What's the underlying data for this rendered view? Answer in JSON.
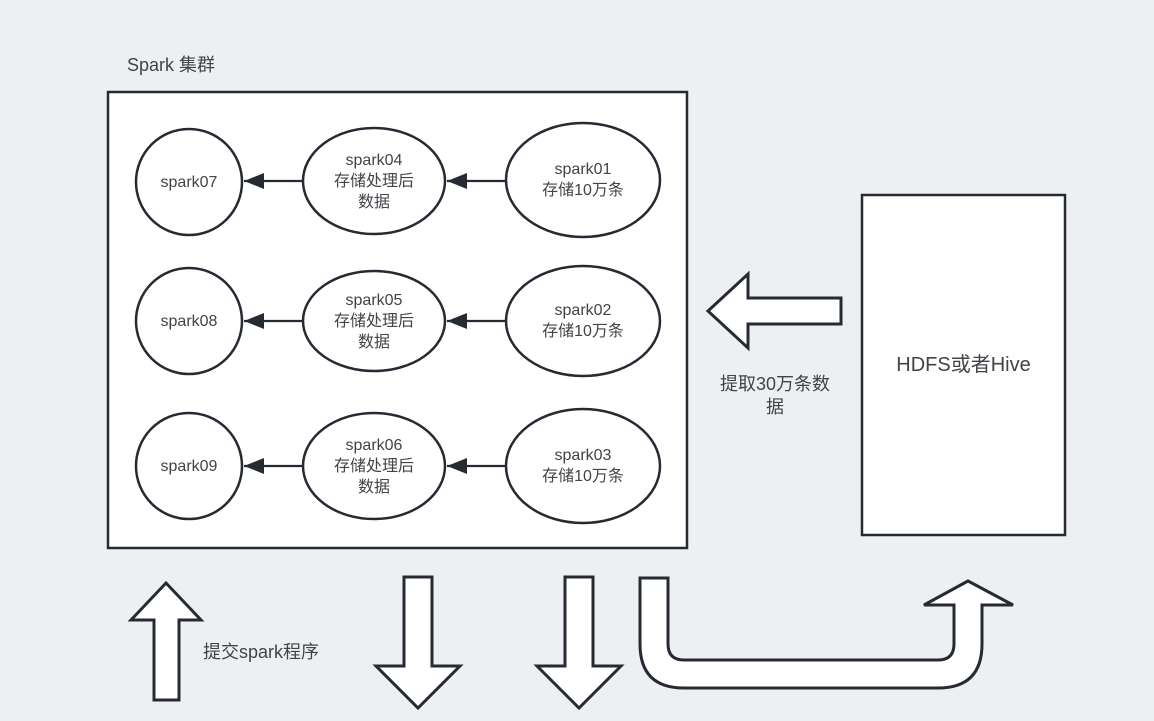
{
  "colors": {
    "background": "#eeeff0",
    "shape_fill": "#ffffff",
    "stroke": "#262b33",
    "text": "#404448"
  },
  "cluster": {
    "title": "Spark 集群",
    "rows": [
      {
        "target": "spark07",
        "processor": {
          "name": "spark04",
          "desc_line1": "存储处理后",
          "desc_line2": "数据"
        },
        "source": {
          "name": "spark01",
          "desc": "存储10万条"
        }
      },
      {
        "target": "spark08",
        "processor": {
          "name": "spark05",
          "desc_line1": "存储处理后",
          "desc_line2": "数据"
        },
        "source": {
          "name": "spark02",
          "desc": "存储10万条"
        }
      },
      {
        "target": "spark09",
        "processor": {
          "name": "spark06",
          "desc_line1": "存储处理后",
          "desc_line2": "数据"
        },
        "source": {
          "name": "spark03",
          "desc": "存储10万条"
        }
      }
    ]
  },
  "storage": {
    "label": "HDFS或者Hive"
  },
  "annotations": {
    "extract_label": "提取30万条数据",
    "submit_label": "提交spark程序"
  }
}
